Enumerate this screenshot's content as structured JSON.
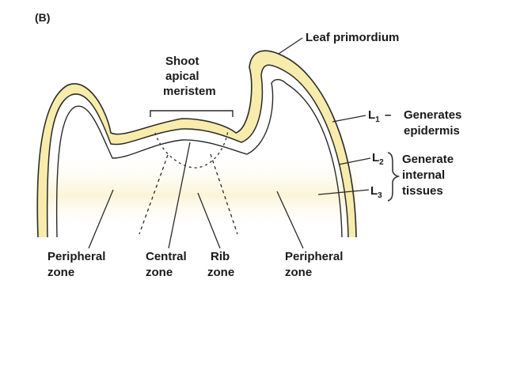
{
  "panel_label": "(B)",
  "labels": {
    "leaf_primordium": "Leaf primordium",
    "shoot_apical_meristem": [
      "Shoot",
      "apical",
      "meristem"
    ],
    "l1_prefix": "L",
    "l1_sub": "1",
    "l1_dash": "–",
    "l1_desc": [
      "Generates",
      "epidermis"
    ],
    "l2_prefix": "L",
    "l2_sub": "2",
    "l3_prefix": "L",
    "l3_sub": "3",
    "l23_desc": [
      "Generate",
      "internal",
      "tissues"
    ],
    "peripheral_zone_left": [
      "Peripheral",
      "zone"
    ],
    "central_zone": [
      "Central",
      "zone"
    ],
    "rib_zone": [
      "Rib",
      "zone"
    ],
    "peripheral_zone_right": [
      "Peripheral",
      "zone"
    ]
  },
  "colors": {
    "l1_layer_fill": "#f7ecab",
    "outline": "#2a2a2a",
    "text": "#1a1a1a",
    "background_glow": "#fbf6de"
  }
}
